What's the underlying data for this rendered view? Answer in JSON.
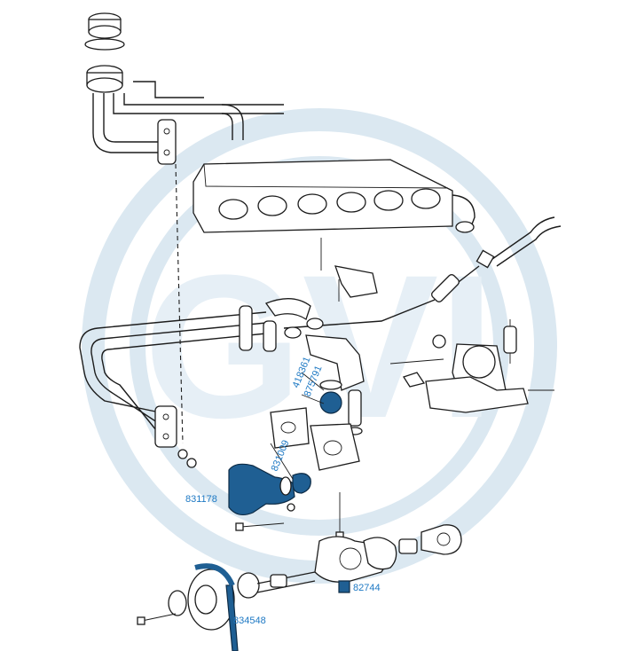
{
  "colors": {
    "label": "#1e79c4",
    "highlight": "#1f5f93",
    "watermark": "#dbe8f1",
    "line": "#1c1c1c"
  },
  "watermark_text": "GVI",
  "callouts": [
    {
      "id": "831178",
      "text": "831178"
    },
    {
      "id": "831009",
      "text": "831009"
    },
    {
      "id": "418361",
      "text": "418361"
    },
    {
      "id": "875791",
      "text": "875791"
    },
    {
      "id": "82744",
      "text": "82744"
    },
    {
      "id": "834548",
      "text": "834548"
    }
  ]
}
